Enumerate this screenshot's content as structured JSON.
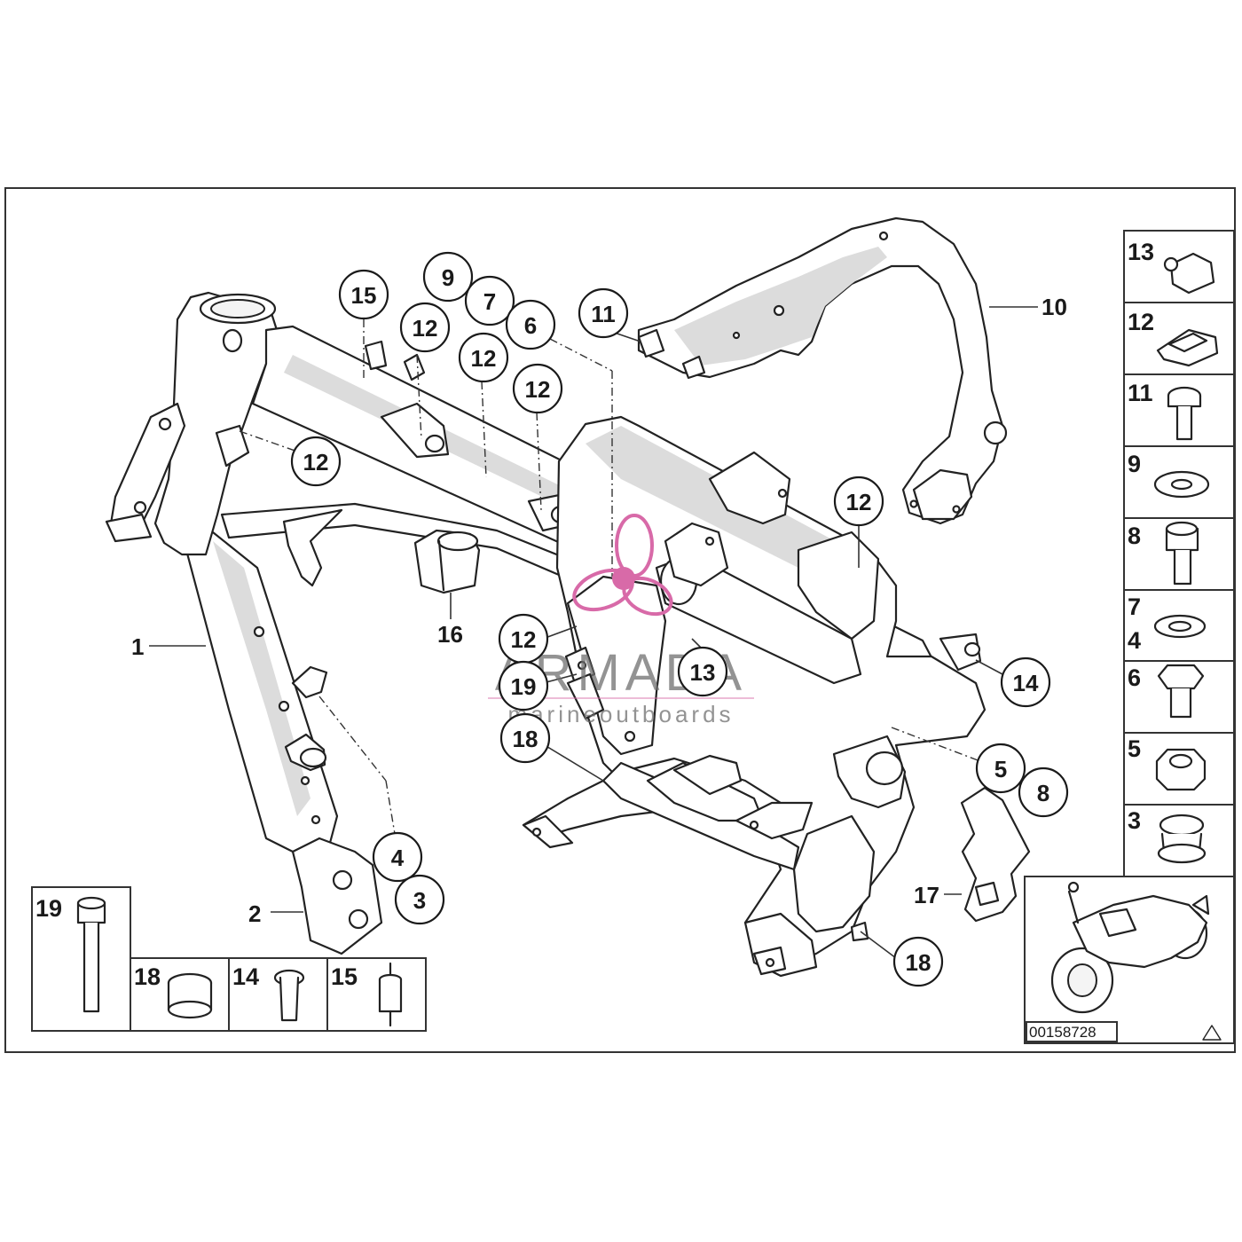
{
  "diagram": {
    "diagram_code": "00158728",
    "callouts": {
      "c15": "15",
      "c9": "9",
      "c7": "7",
      "c6": "6",
      "c11": "11",
      "c12a": "12",
      "c12b": "12",
      "c12c": "12",
      "c12d": "12",
      "c12e": "12",
      "c12f": "12",
      "c13": "13",
      "c14": "14",
      "c19": "19",
      "c18a": "18",
      "c18b": "18",
      "c5": "5",
      "c8": "8",
      "c4": "4",
      "c3": "3"
    },
    "plain_labels": {
      "l1": "1",
      "l2": "2",
      "l10": "10",
      "l16": "16",
      "l17": "17"
    },
    "side_panel": [
      "13",
      "12",
      "11",
      "9",
      "8",
      "7",
      "4",
      "6",
      "5",
      "3"
    ],
    "bottom_panel": [
      "19",
      "18",
      "14",
      "15"
    ]
  },
  "watermark": {
    "brand": "ARMADA",
    "tagline": "marineoutboards"
  }
}
